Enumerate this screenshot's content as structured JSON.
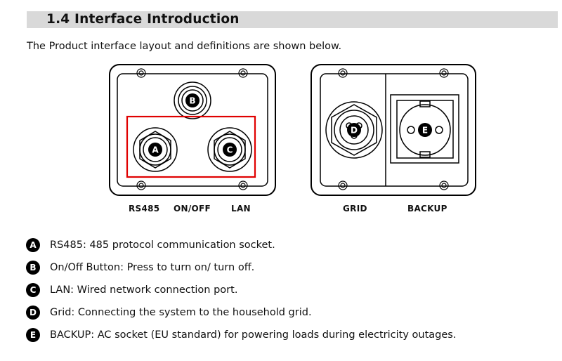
{
  "section": {
    "title": "1.4 Interface Introduction",
    "intro": "The Product interface layout and definitions are shown below."
  },
  "diagram": {
    "markers": {
      "a": "A",
      "b": "B",
      "c": "C",
      "d": "D",
      "e": "E"
    },
    "left_labels": {
      "rs485": "RS485",
      "onoff": "ON/OFF",
      "lan": "LAN"
    },
    "right_labels": {
      "grid": "GRID",
      "backup": "BACKUP"
    },
    "highlight_color": "#e00000"
  },
  "legend": [
    {
      "letter": "A",
      "text": "RS485: 485 protocol communication socket."
    },
    {
      "letter": "B",
      "text": "On/Off Button: Press to turn on/ turn off."
    },
    {
      "letter": "C",
      "text": "LAN: Wired network connection port."
    },
    {
      "letter": "D",
      "text": "Grid: Connecting the system to the household grid."
    },
    {
      "letter": "E",
      "text": "BACKUP: AC socket (EU standard) for powering loads during electricity outages."
    }
  ]
}
